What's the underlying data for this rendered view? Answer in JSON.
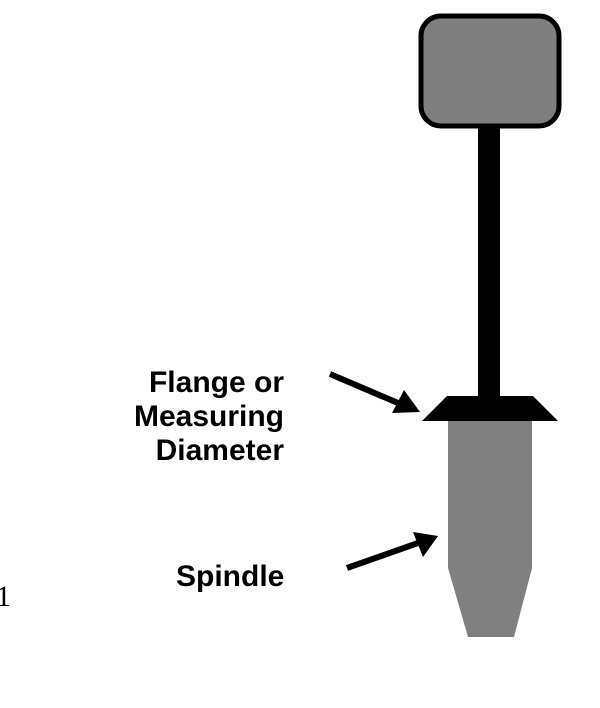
{
  "labels": {
    "flange_line1": "Flange or",
    "flange_line2": "Measuring",
    "flange_line3": "Diameter",
    "spindle": "Spindle",
    "stray_char": "1"
  },
  "colors": {
    "outline": "#000000",
    "handle_fill": "#7f7f7f",
    "spindle_fill": "#808080",
    "flange_fill": "#000000",
    "background": "#ffffff"
  }
}
